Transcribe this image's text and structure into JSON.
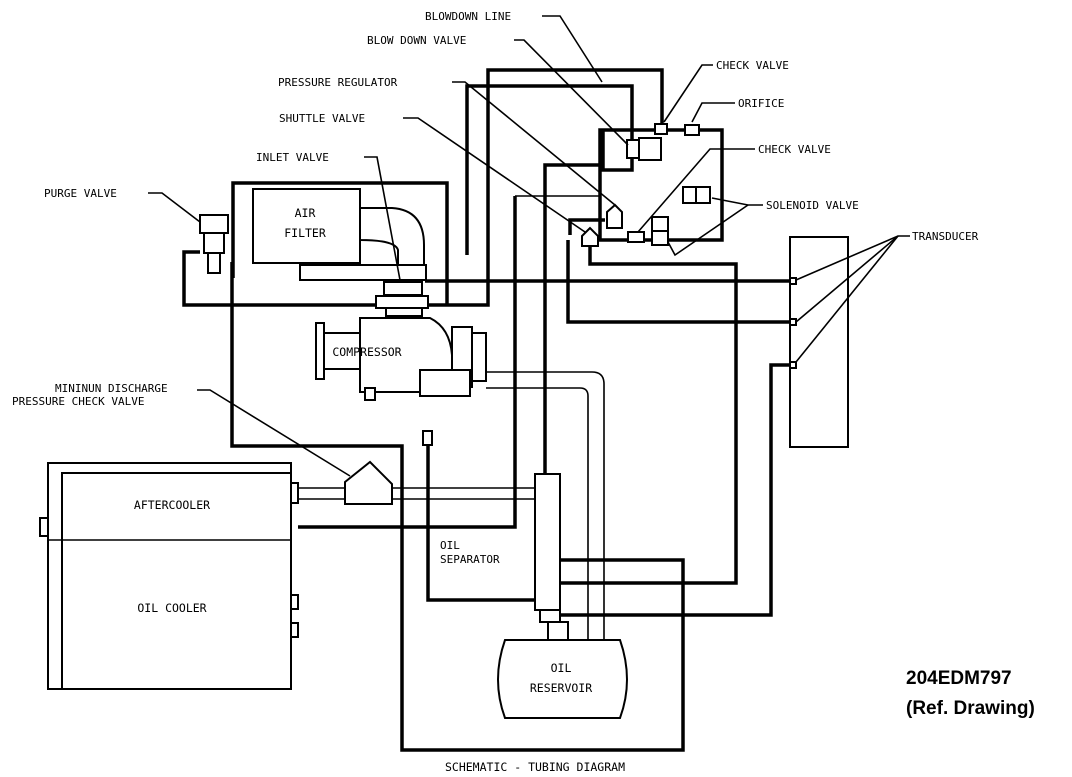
{
  "labels": {
    "blowdown_line": "BLOWDOWN LINE",
    "blow_down_valve": "BLOW DOWN VALVE",
    "check_valve_top": "CHECK VALVE",
    "orifice": "ORIFICE",
    "pressure_regulator": "PRESSURE REGULATOR",
    "shuttle_valve": "SHUTTLE VALVE",
    "check_valve_mid": "CHECK VALVE",
    "inlet_valve": "INLET VALVE",
    "purge_valve": "PURGE VALVE",
    "solenoid_valve": "SOLENOID VALVE",
    "transducer": "TRANSDUCER",
    "air_filter_line1": "AIR",
    "air_filter_line2": "FILTER",
    "compressor": "COMPRESSOR",
    "min_discharge_line1": "MININUN DISCHARGE",
    "min_discharge_line2": "PRESSURE CHECK VALVE",
    "aftercooler": "AFTERCOOLER",
    "oil_cooler": "OIL COOLER",
    "oil_separator_line1": "OIL",
    "oil_separator_line2": "SEPARATOR",
    "oil_reservoir_line1": "OIL",
    "oil_reservoir_line2": "RESERVOIR"
  },
  "caption": "SCHEMATIC - TUBING DIAGRAM",
  "reference": {
    "number": "204EDM797",
    "note": "(Ref. Drawing)"
  }
}
